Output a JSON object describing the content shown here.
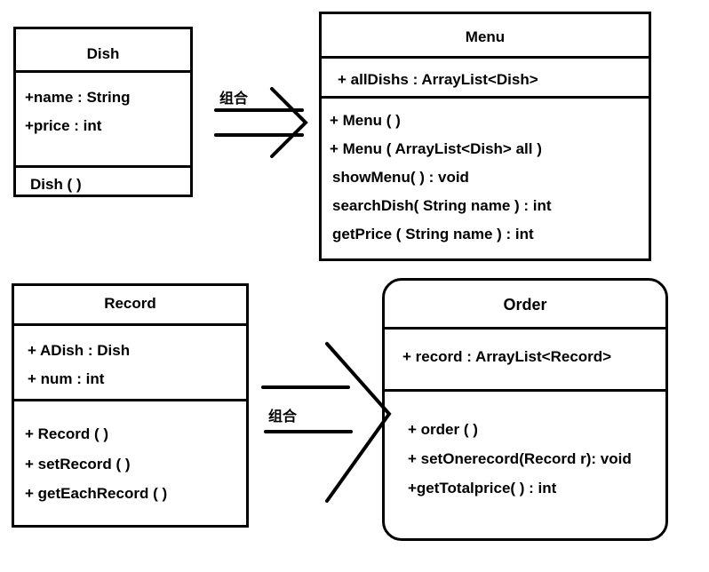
{
  "classes": {
    "dish": {
      "name": "Dish",
      "attributes": [
        "+name : String",
        "+price : int"
      ],
      "methods": [
        "Dish (  )"
      ]
    },
    "menu": {
      "name": "Menu",
      "attributes": [
        "+ allDishs  : ArrayList<Dish>"
      ],
      "methods": [
        "+ Menu (  )",
        "+ Menu ( ArrayList<Dish>  all )",
        "showMenu( ) : void",
        "searchDish( String name ) : int",
        "getPrice ( String name ) : int"
      ]
    },
    "record": {
      "name": "Record",
      "attributes": [
        "+ ADish :  Dish",
        "+ num  :  int"
      ],
      "methods": [
        "+ Record ( )",
        "+ setRecord ( )",
        "+ getEachRecord ( )"
      ]
    },
    "order": {
      "name": "Order",
      "attributes": [
        "+ record : ArrayList<Record>"
      ],
      "methods": [
        "+ order ( )",
        "+ setOnerecord(Record r): void",
        "+getTotalprice( ) :  int"
      ]
    }
  },
  "relations": {
    "dish_to_menu": "组合",
    "record_to_order": "组合"
  }
}
